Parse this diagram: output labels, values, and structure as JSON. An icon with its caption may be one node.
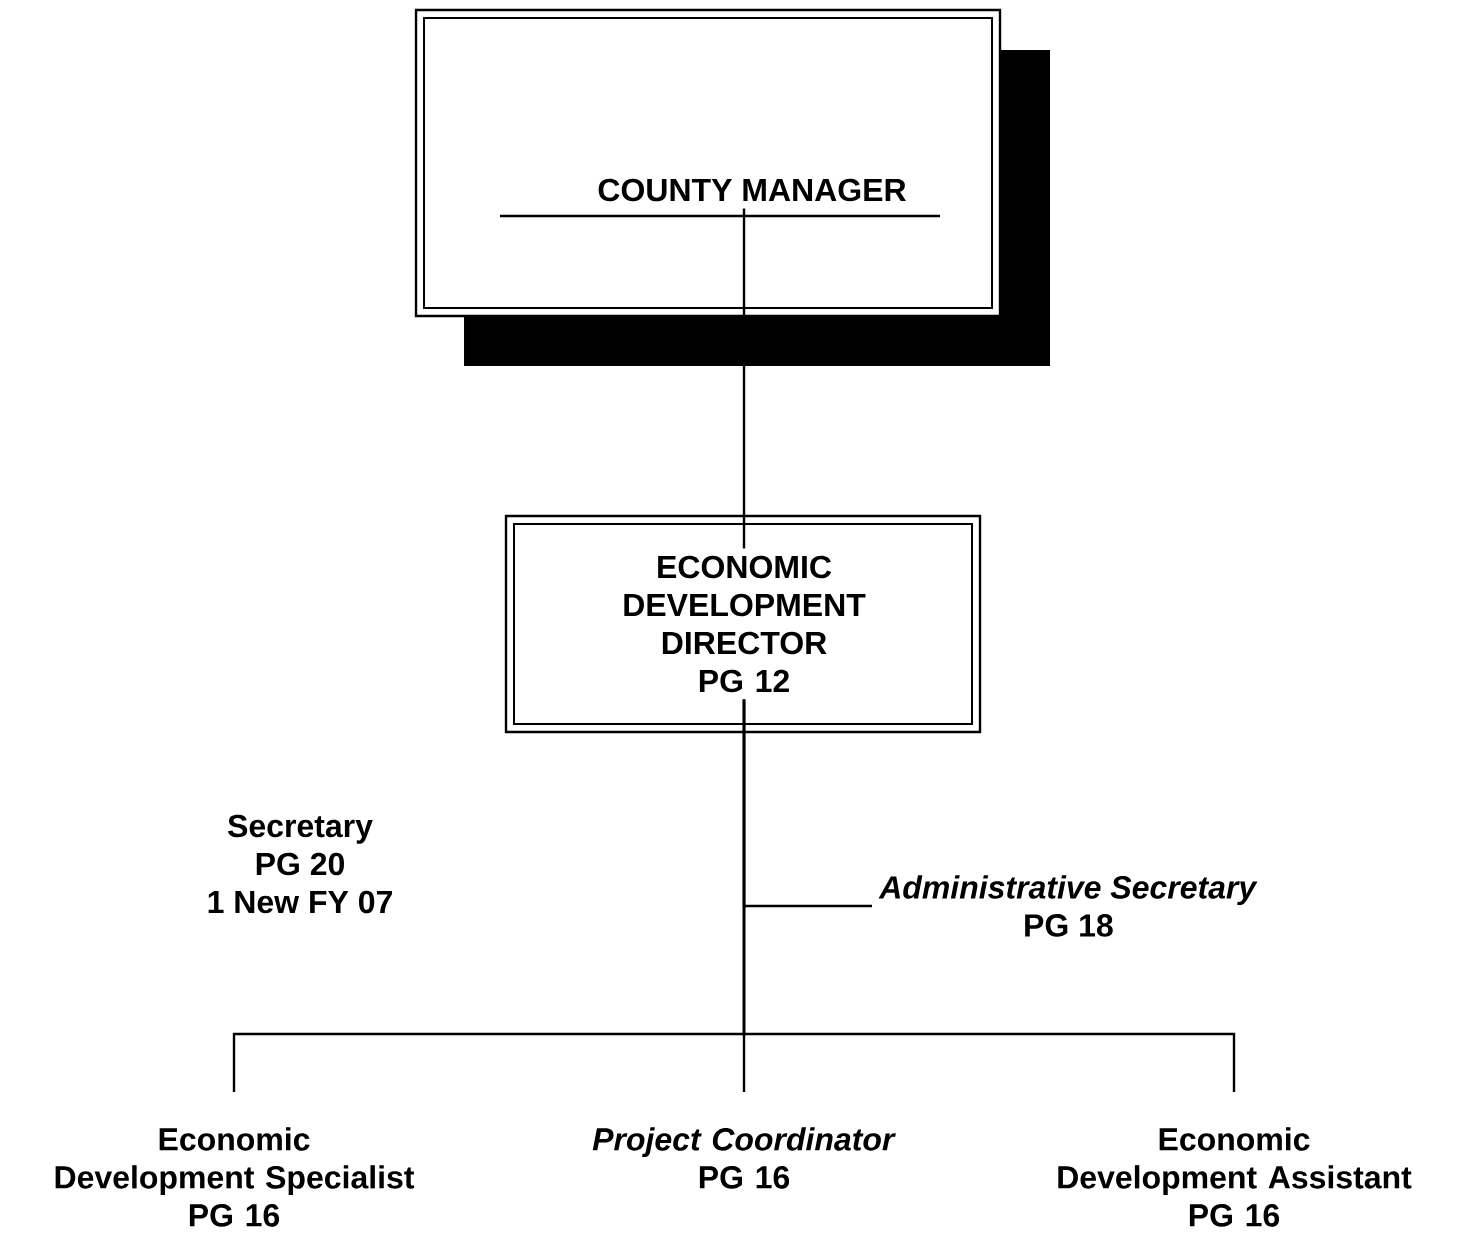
{
  "diagram": {
    "nodes": [
      {
        "text": [
          "COUNTY MANAGER"
        ]
      },
      {
        "text": [
          "ECONOMIC DEVELOPMENT DIRECTOR",
          "PG 12"
        ]
      },
      {
        "text": [
          "Secretary",
          "PG 20",
          "1 New FY 07"
        ]
      },
      {
        "text": [
          "*Administrative Secretary*",
          "PG 18"
        ]
      },
      {
        "text": [
          "Economic Development Specialist",
          "PG 16"
        ]
      },
      {
        "text": [
          "*Project Coordinator*",
          "PG 16"
        ]
      },
      {
        "text": [
          "Economic Development Assistant",
          "PG 16"
        ]
      }
    ],
    "edges": [
      {
        "from": 0,
        "to": 1,
        "arrow": "none"
      },
      {
        "from": 1,
        "to": 3,
        "arrow": "none"
      },
      {
        "from": 1,
        "to": 4,
        "arrow": "none"
      },
      {
        "from": 1,
        "to": 5,
        "arrow": "none"
      },
      {
        "from": 1,
        "to": 6,
        "arrow": "none"
      }
    ]
  }
}
